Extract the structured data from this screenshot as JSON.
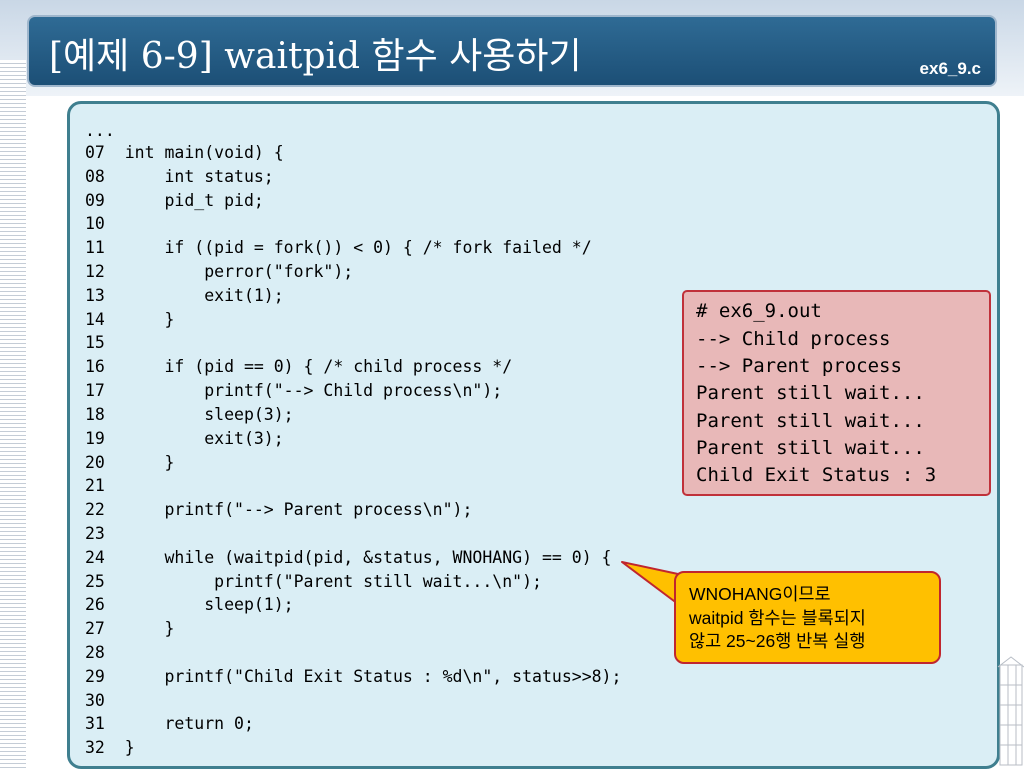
{
  "title": "[예제 6-9] waitpid 함수 사용하기",
  "file_name": "ex6_9.c",
  "code_lines": [
    "...",
    "07  int main(void) {",
    "08      int status;",
    "09      pid_t pid;",
    "10",
    "11      if ((pid = fork()) < 0) { /* fork failed */",
    "12          perror(\"fork\");",
    "13          exit(1);",
    "14      }",
    "15",
    "16      if (pid == 0) { /* child process */",
    "17          printf(\"--> Child process\\n\");",
    "18          sleep(3);",
    "19          exit(3);",
    "20      }",
    "21",
    "22      printf(\"--> Parent process\\n\");",
    "23",
    "24      while (waitpid(pid, &status, WNOHANG) == 0) {",
    "25           printf(\"Parent still wait...\\n\");",
    "26          sleep(1);",
    "27      }",
    "28",
    "29      printf(\"Child Exit Status : %d\\n\", status>>8);",
    "30",
    "31      return 0;",
    "32  }"
  ],
  "output_lines": [
    "# ex6_9.out",
    "--> Child process",
    "--> Parent process",
    "Parent still wait...",
    "Parent still wait...",
    "Parent still wait...",
    "Child Exit Status : 3"
  ],
  "callout_lines": [
    "WNOHANG이므로",
    "waitpid 함수는 블록되지",
    "않고 25~26행 반복 실행"
  ],
  "colors": {
    "title_bar": "#1f5a86",
    "code_background": "#daeef5",
    "code_border": "#3f7f8f",
    "output_background": "#e8b8b8",
    "output_border": "#c0313a",
    "callout_background": "#ffc000",
    "callout_border": "#c0262e"
  }
}
